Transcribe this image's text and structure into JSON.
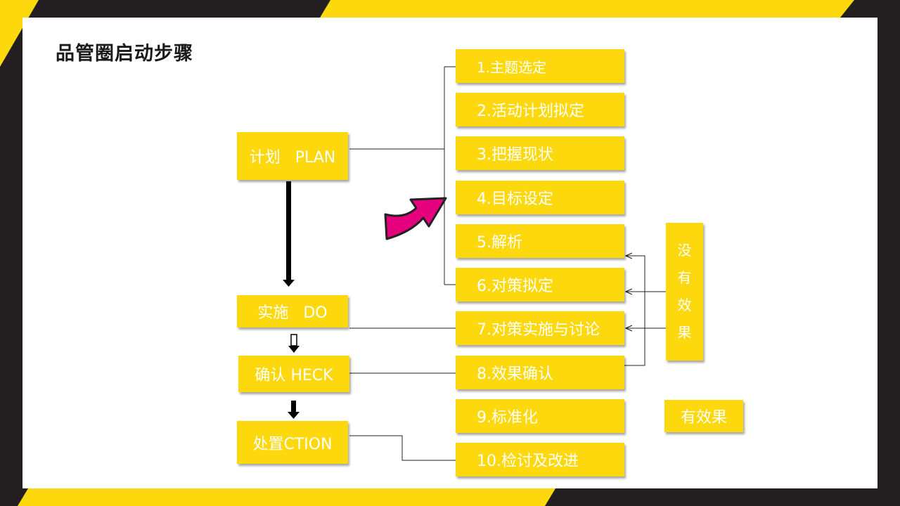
{
  "title": "品管圈启动步骤",
  "phases": [
    {
      "label": "计划   PLAN"
    },
    {
      "label": "实施   DO"
    },
    {
      "label": "确认 HECK"
    },
    {
      "label": "处置CTION"
    }
  ],
  "steps": [
    {
      "label": "1.主题选定"
    },
    {
      "label": "2.活动计划拟定"
    },
    {
      "label": "3.把握现状"
    },
    {
      "label": "4.目标设定"
    },
    {
      "label": "5.解析"
    },
    {
      "label": "6.对策拟定"
    },
    {
      "label": "7.对策实施与讨论"
    },
    {
      "label": "8.效果确认"
    },
    {
      "label": "9.标准化"
    },
    {
      "label": "10.检讨及改进"
    }
  ],
  "no_effect": {
    "chars": [
      "没",
      "有",
      "效",
      "果"
    ]
  },
  "effective": {
    "label": "有效果"
  },
  "colors": {
    "box_fill": "#fcd80d",
    "box_text": "#ffffff",
    "frame_dark": "#231f20",
    "accent_arrow": "#e6007e"
  }
}
